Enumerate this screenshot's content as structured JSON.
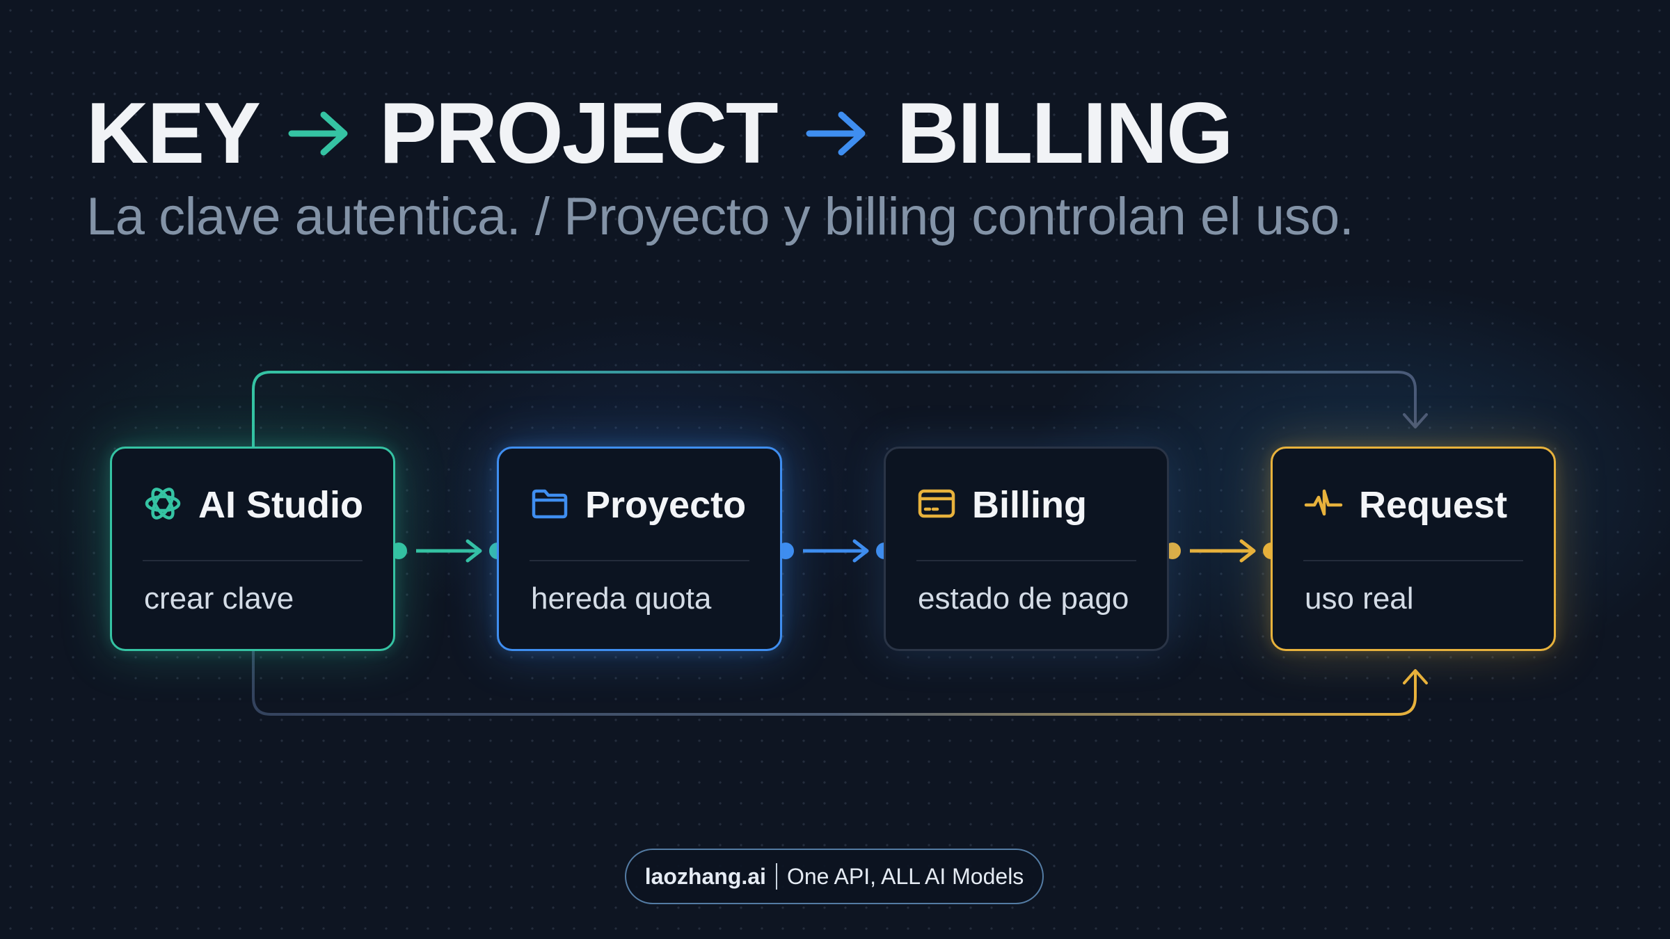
{
  "title": {
    "part1": "KEY",
    "part2": "PROJECT",
    "part3": "BILLING",
    "arrow1_color": "#35c3a3",
    "arrow2_color": "#3f8ef0"
  },
  "subtitle": "La clave autentica. / Proyecto y billing controlan el uso.",
  "nodes": [
    {
      "id": "ai-studio",
      "title": "AI Studio",
      "subtitle": "crear clave",
      "icon": "openai-knot-icon",
      "color": "#35c3a3"
    },
    {
      "id": "proyecto",
      "title": "Proyecto",
      "subtitle": "hereda quota",
      "icon": "folder-icon",
      "color": "#3f8ef0"
    },
    {
      "id": "billing",
      "title": "Billing",
      "subtitle": "estado de pago",
      "icon": "credit-card-icon",
      "color": "#e8b23c"
    },
    {
      "id": "request",
      "title": "Request",
      "subtitle": "uso real",
      "icon": "activity-pulse-icon",
      "color": "#e8b23c"
    }
  ],
  "edges": [
    {
      "from": "ai-studio",
      "to": "proyecto",
      "color": "#35c3a3"
    },
    {
      "from": "proyecto",
      "to": "billing",
      "color": "#3f8ef0"
    },
    {
      "from": "billing",
      "to": "request",
      "color": "#e8b23c"
    },
    {
      "from": "ai-studio",
      "to": "request",
      "route": "over-top",
      "color_start": "#35c3a3",
      "color_end": "#4a5a78"
    },
    {
      "from": "ai-studio",
      "to": "request",
      "route": "under-bottom",
      "color_start": "#3a4a66",
      "color_end": "#e8b23c"
    }
  ],
  "footer": {
    "brand": "laozhang.ai",
    "tagline": "One API, ALL AI Models"
  }
}
